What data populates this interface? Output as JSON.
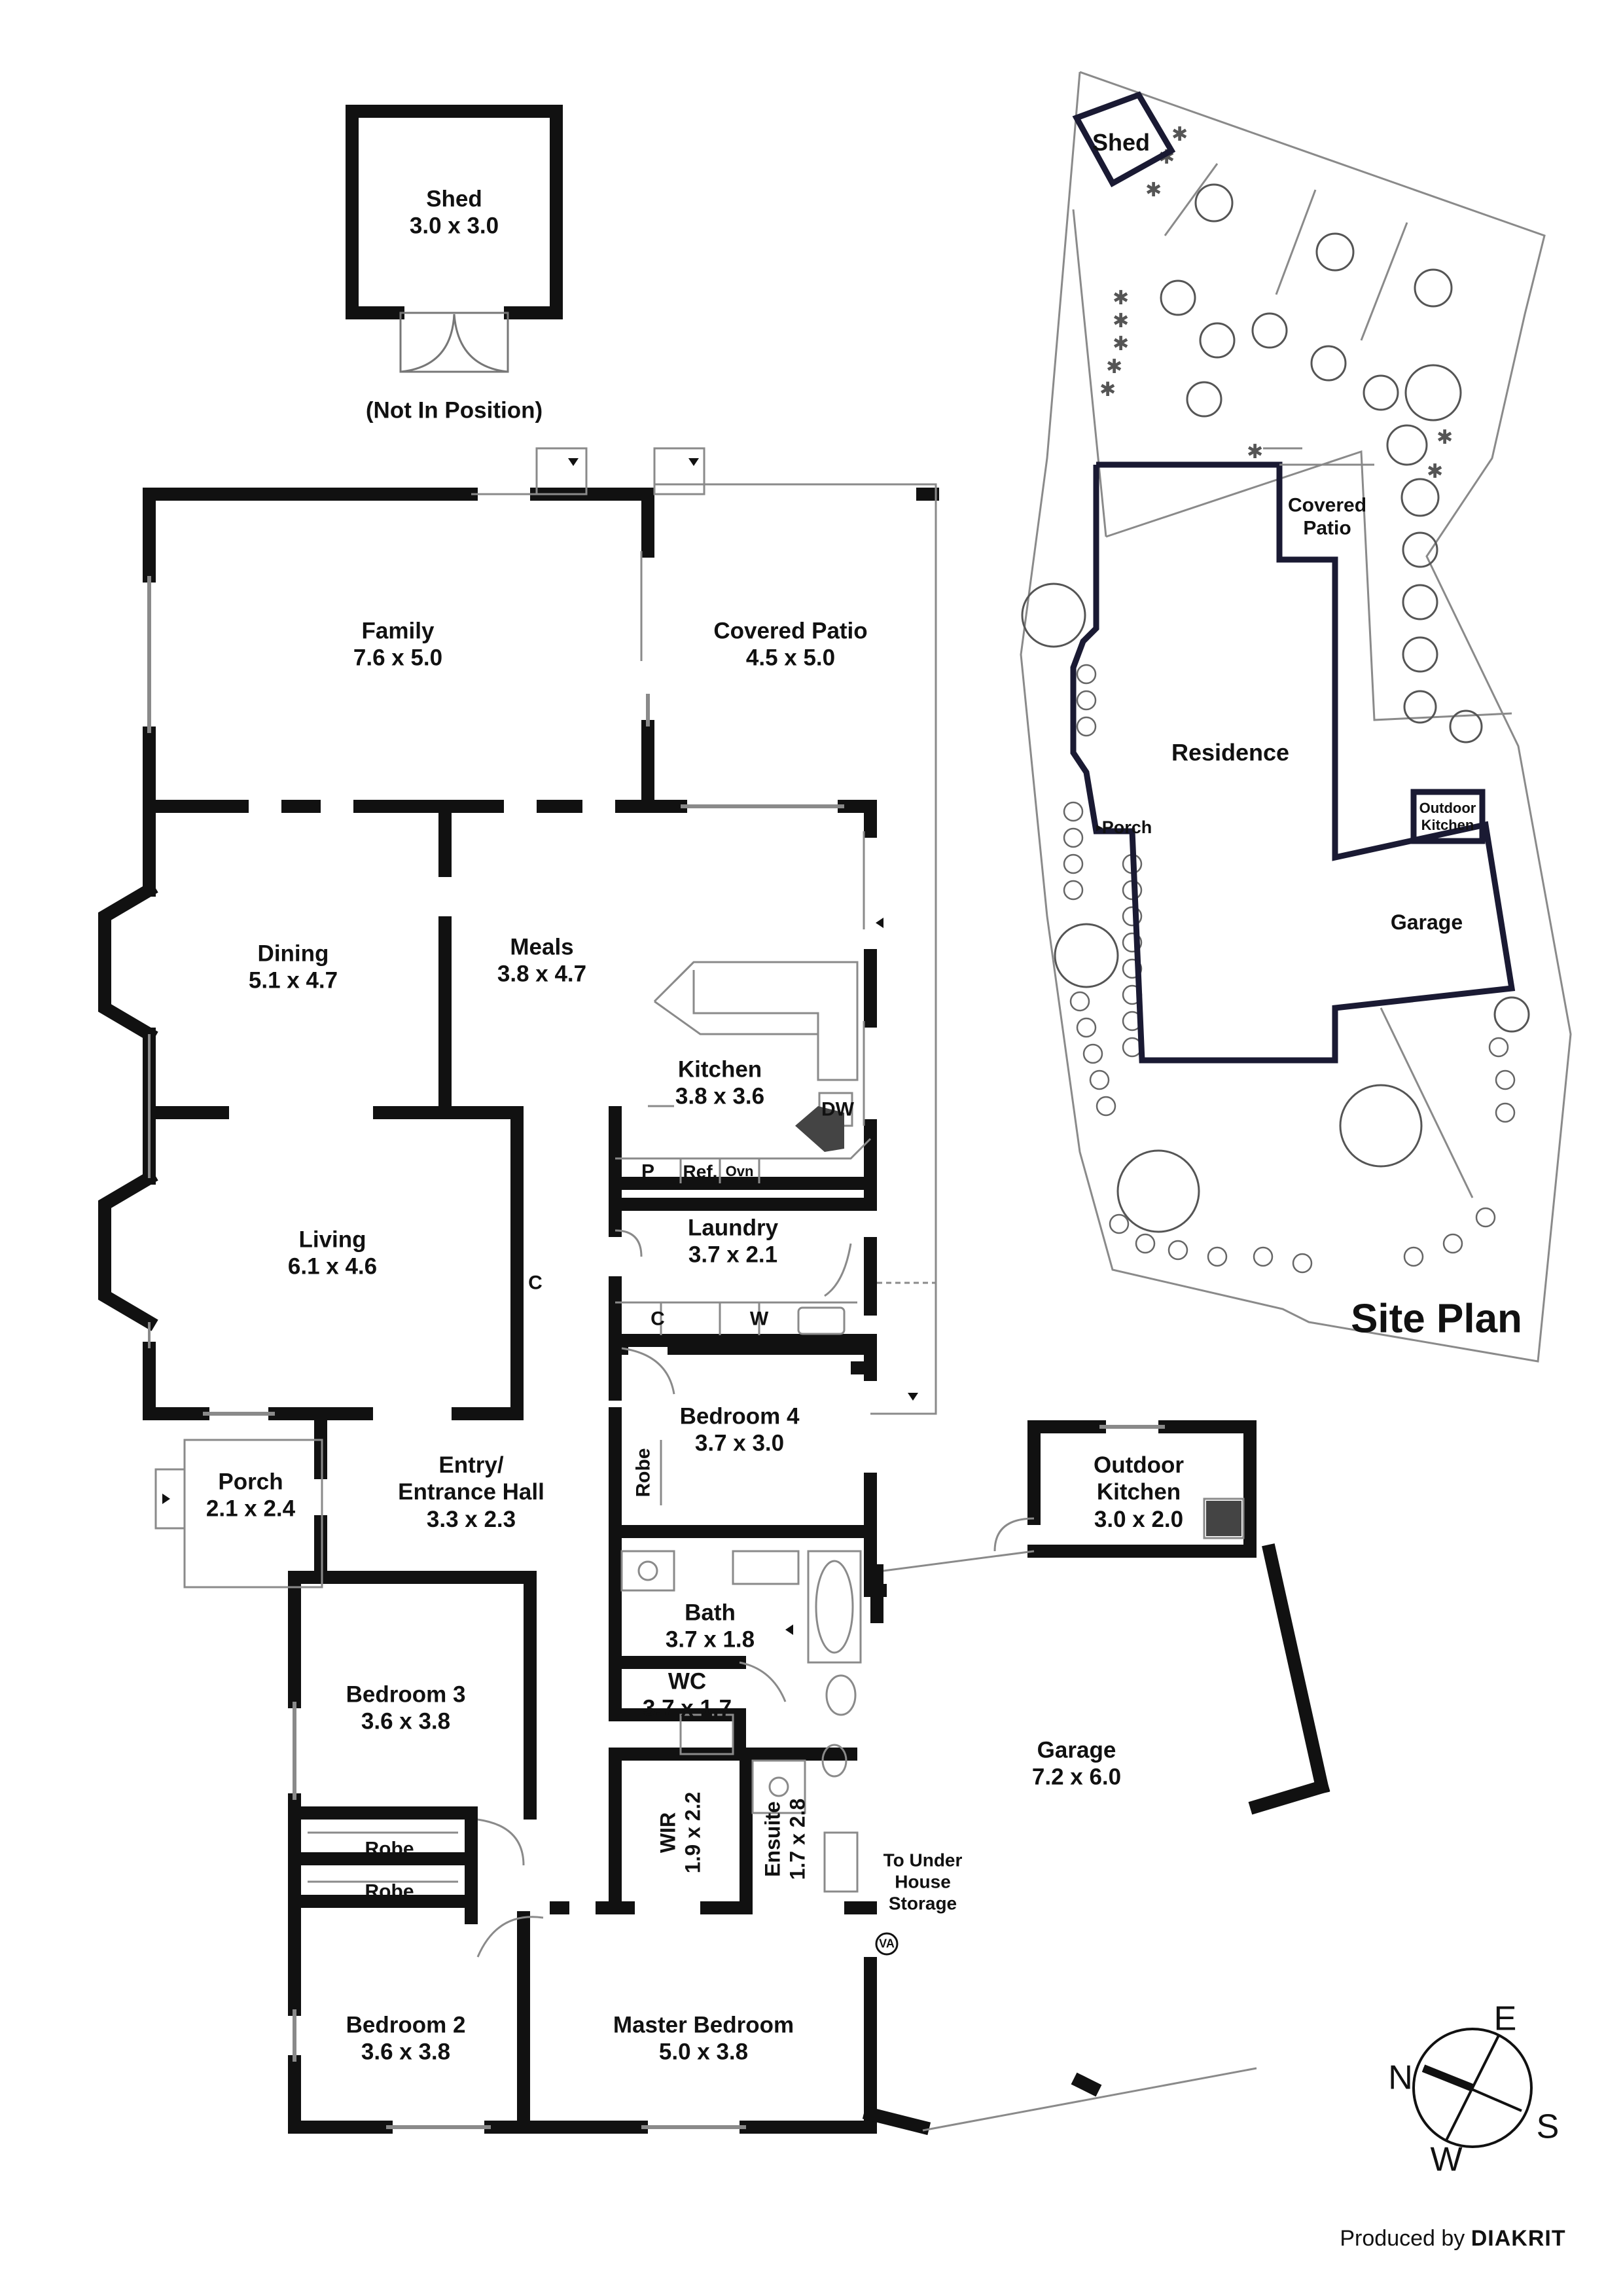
{
  "shed": {
    "name": "Shed",
    "dims": "3.0 x 3.0",
    "note": "(Not In Position)"
  },
  "rooms": {
    "family": {
      "name": "Family",
      "dims": "7.6 x 5.0"
    },
    "covered_patio": {
      "name": "Covered Patio",
      "dims": "4.5 x 5.0"
    },
    "dining": {
      "name": "Dining",
      "dims": "5.1 x 4.7"
    },
    "meals": {
      "name": "Meals",
      "dims": "3.8 x 4.7"
    },
    "kitchen": {
      "name": "Kitchen",
      "dims": "3.8 x 3.6"
    },
    "living": {
      "name": "Living",
      "dims": "6.1 x 4.6"
    },
    "laundry": {
      "name": "Laundry",
      "dims": "3.7 x 2.1"
    },
    "bedroom4": {
      "name": "Bedroom 4",
      "dims": "3.7 x 3.0"
    },
    "porch": {
      "name": "Porch",
      "dims": "2.1 x 2.4"
    },
    "entry": {
      "name": "Entry/",
      "name2": "Entrance Hall",
      "dims": "3.3 x 2.3"
    },
    "outdoor_kitchen": {
      "name": "Outdoor",
      "name2": "Kitchen",
      "dims": "3.0 x 2.0"
    },
    "bath": {
      "name": "Bath",
      "dims": "3.7 x 1.8"
    },
    "wc": {
      "name": "WC",
      "dims": "3.7 x 1.7"
    },
    "bedroom3": {
      "name": "Bedroom 3",
      "dims": "3.6 x 3.8"
    },
    "garage": {
      "name": "Garage",
      "dims": "7.2 x 6.0"
    },
    "wir": {
      "name": "WIR",
      "dims": "1.9 x 2.2"
    },
    "ensuite": {
      "name": "Ensuite",
      "dims": "1.7 x 2.8"
    },
    "bedroom2": {
      "name": "Bedroom 2",
      "dims": "3.6 x 3.8"
    },
    "master_bedroom": {
      "name": "Master Bedroom",
      "dims": "5.0 x 3.8"
    }
  },
  "fixtures": {
    "dw": "DW",
    "pantry": "P",
    "fridge": "Ref.",
    "oven": "Ovn",
    "cupboard": "C",
    "laundry_cupboard": "C",
    "washer": "W",
    "robe_bed4": "Robe",
    "robe_bed3": "Robe",
    "robe_bed2": "Robe",
    "under_house": "To Under House Storage",
    "va": "VA"
  },
  "site_plan": {
    "title": "Site Plan",
    "shed": "Shed",
    "covered_patio": "Covered Patio",
    "residence": "Residence",
    "porch": "Porch",
    "outdoor_kitchen": "Outdoor Kitchen",
    "garage": "Garage"
  },
  "compass": {
    "n": "N",
    "e": "E",
    "s": "S",
    "w": "W"
  },
  "credit": {
    "prefix": "Produced by",
    "brand": "DIAKRIT"
  },
  "colors": {
    "walls": "#111111",
    "site_walls": "#1a1a33",
    "thin_lines": "#8a8a8a",
    "vegetation": "#555555"
  }
}
